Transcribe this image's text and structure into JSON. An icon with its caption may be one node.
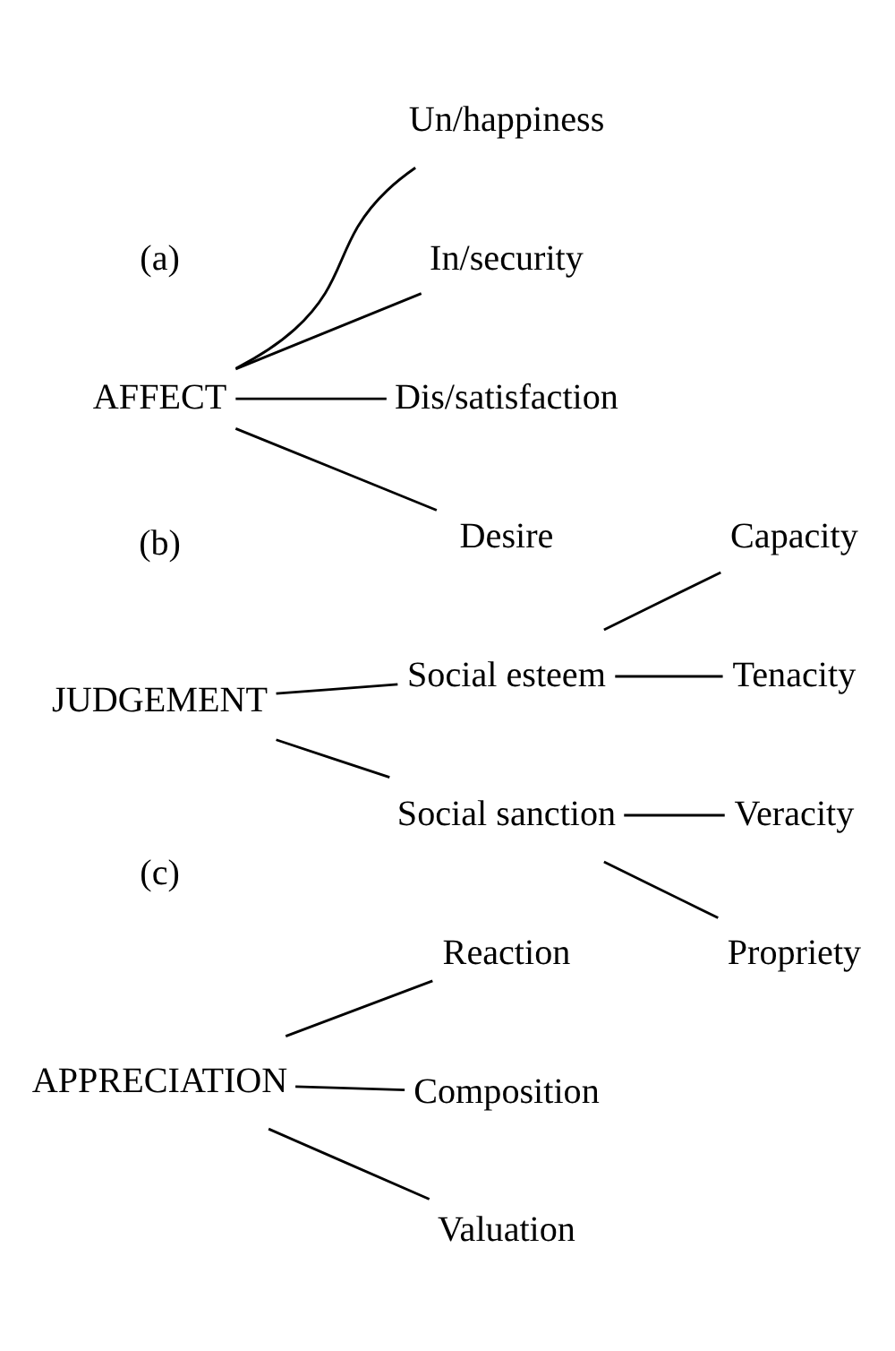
{
  "diagram": {
    "nodes": [
      {
        "text": [
          "AFFECT"
        ]
      },
      {
        "text": [
          "Un/happiness"
        ]
      },
      {
        "text": [
          "In/security"
        ]
      },
      {
        "text": [
          "Dis/satisfaction"
        ]
      },
      {
        "text": [
          "Desire"
        ]
      },
      {
        "text": [
          "JUDGEMENT"
        ]
      },
      {
        "text": [
          "Social esteem"
        ]
      },
      {
        "text": [
          "Capacity"
        ]
      },
      {
        "text": [
          "Tenacity"
        ]
      },
      {
        "text": [
          "Social sanction"
        ]
      },
      {
        "text": [
          "Veracity"
        ]
      },
      {
        "text": [
          "Propriety"
        ]
      },
      {
        "text": [
          "APPRECIATION"
        ]
      },
      {
        "text": [
          "Reaction"
        ]
      },
      {
        "text": [
          "Composition"
        ]
      },
      {
        "text": [
          "Valuation"
        ]
      }
    ],
    "edges": [
      {
        "from": 0,
        "to": 1,
        "arrow": "none"
      },
      {
        "from": 0,
        "to": 2,
        "arrow": "none"
      },
      {
        "from": 0,
        "to": 3,
        "arrow": "none"
      },
      {
        "from": 0,
        "to": 4,
        "arrow": "none"
      },
      {
        "from": 5,
        "to": 6,
        "arrow": "none"
      },
      {
        "from": 5,
        "to": 9,
        "arrow": "none"
      },
      {
        "from": 6,
        "to": 7,
        "arrow": "none"
      },
      {
        "from": 6,
        "to": 8,
        "arrow": "none"
      },
      {
        "from": 9,
        "to": 10,
        "arrow": "none"
      },
      {
        "from": 9,
        "to": 11,
        "arrow": "none"
      },
      {
        "from": 12,
        "to": 13,
        "arrow": "none"
      },
      {
        "from": 12,
        "to": 14,
        "arrow": "none"
      },
      {
        "from": 12,
        "to": 15,
        "arrow": "none"
      }
    ],
    "labels": [
      "(a)",
      "(b)",
      "(c)"
    ]
  }
}
